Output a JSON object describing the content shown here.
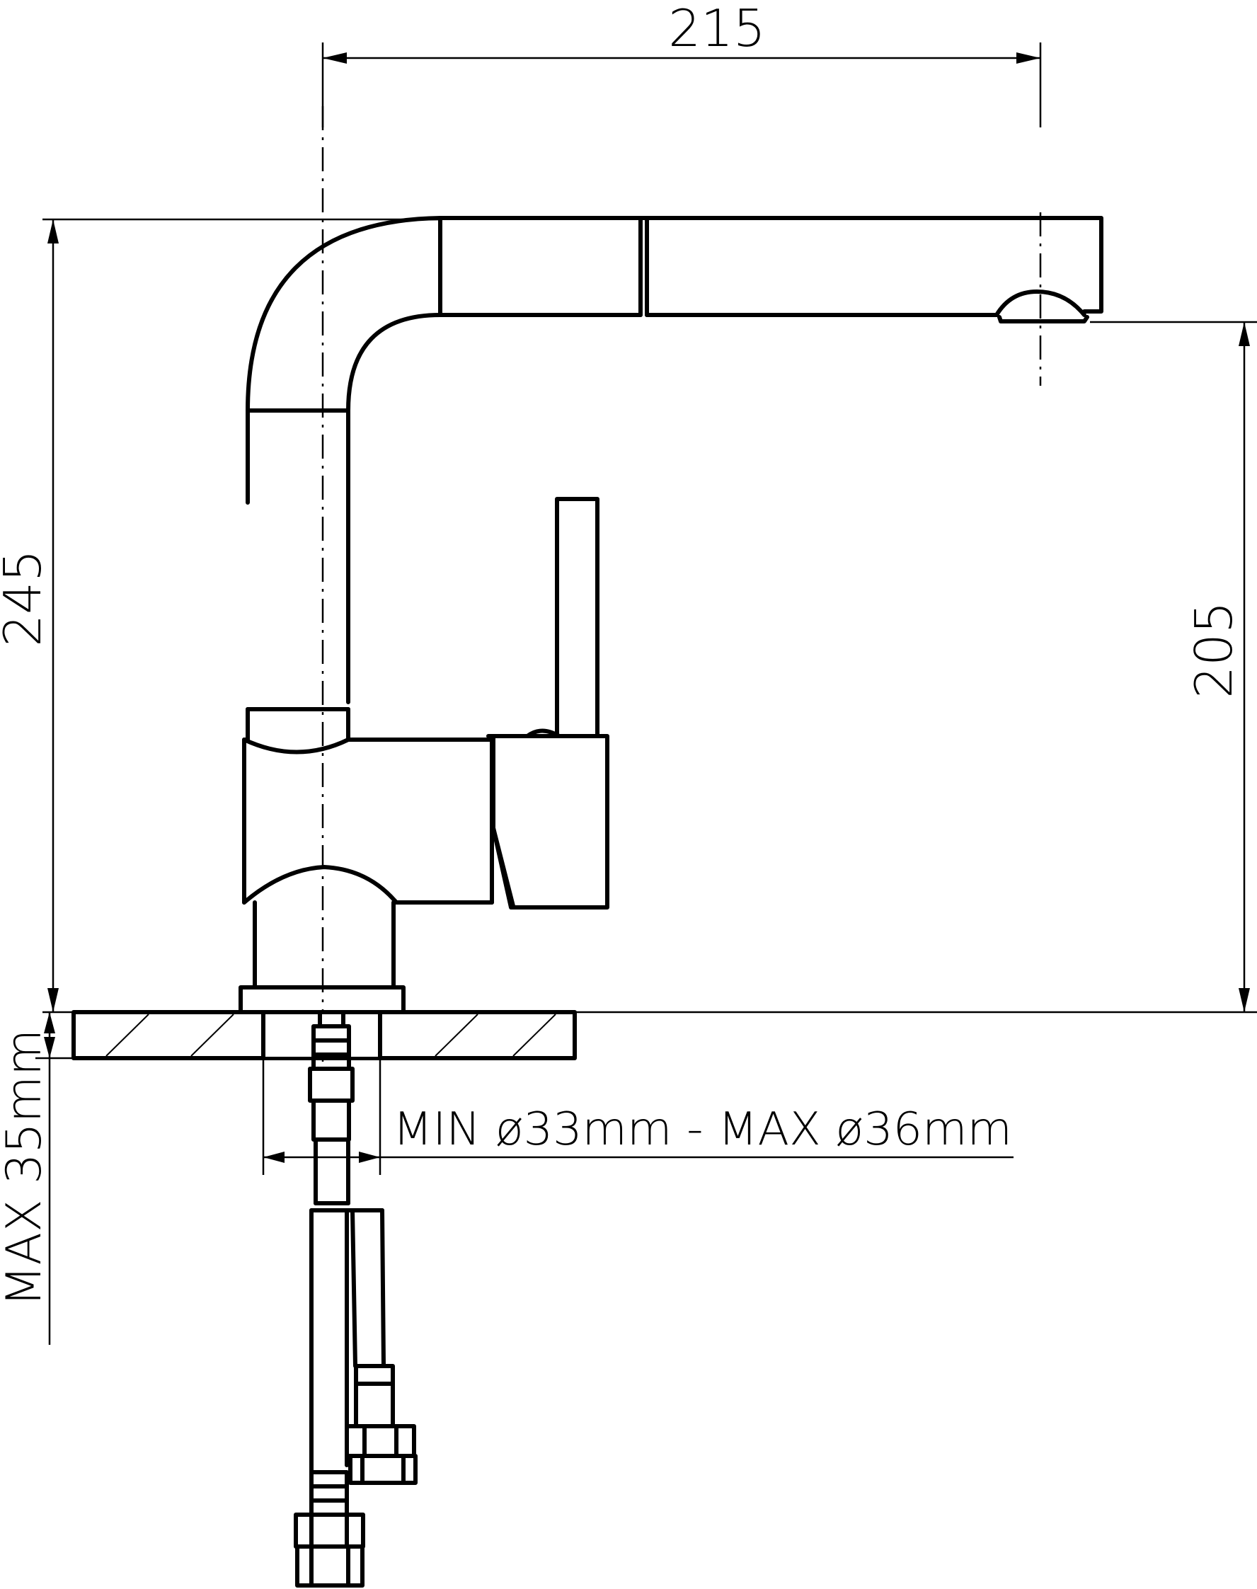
{
  "drawing": {
    "dimensions": {
      "spout_reach": "215",
      "total_height": "245",
      "outlet_height": "205",
      "max_deck_thickness": "MAX 35mm",
      "hole_diameter": "MIN ø33mm - MAX ø36mm"
    },
    "line_color": "#000000",
    "background_color": "#ffffff"
  }
}
